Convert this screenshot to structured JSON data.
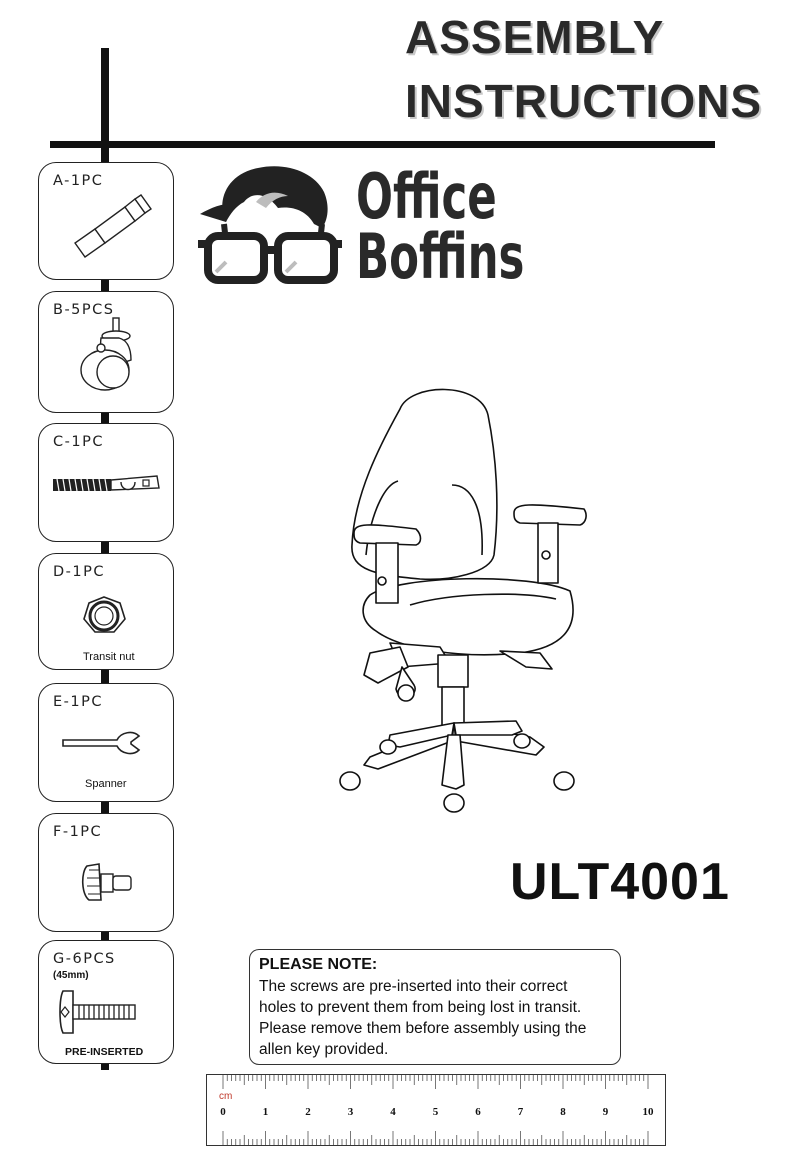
{
  "title": {
    "line1": "ASSEMBLY",
    "line2": "INSTRUCTIONS"
  },
  "brand": {
    "line1": "Office",
    "line2": "Boffins"
  },
  "model": "ULT4001",
  "parts": [
    {
      "label": "A-1PC",
      "caption": "",
      "icon": "gas-lift-icon"
    },
    {
      "label": "B-5PCS",
      "caption": "",
      "icon": "castor-wheel-icon"
    },
    {
      "label": "C-1PC",
      "caption": "",
      "icon": "spring-rod-icon"
    },
    {
      "label": "D-1PC",
      "caption": "Transit nut",
      "icon": "hex-nut-icon"
    },
    {
      "label": "E-1PC",
      "caption": "Spanner",
      "icon": "spanner-icon"
    },
    {
      "label": "F-1PC",
      "caption": "",
      "icon": "knob-icon"
    },
    {
      "label": "G-6PCS",
      "sub": "(45mm)",
      "caption": "PRE-INSERTED",
      "icon": "screw-icon"
    }
  ],
  "note": {
    "heading": "PLEASE NOTE:",
    "lines": [
      "The screws are pre-inserted into their correct",
      "holes to prevent them from being lost in transit.",
      "Please remove them before assembly using the",
      "allen key provided."
    ]
  },
  "ruler": {
    "unit": "cm",
    "numbers": [
      "0",
      "1",
      "2",
      "3",
      "4",
      "5",
      "6",
      "7",
      "8",
      "9",
      "10"
    ]
  },
  "colors": {
    "ink": "#111111",
    "title_shadow": "#c8c8c8",
    "ruler_unit": "#c0392b"
  }
}
